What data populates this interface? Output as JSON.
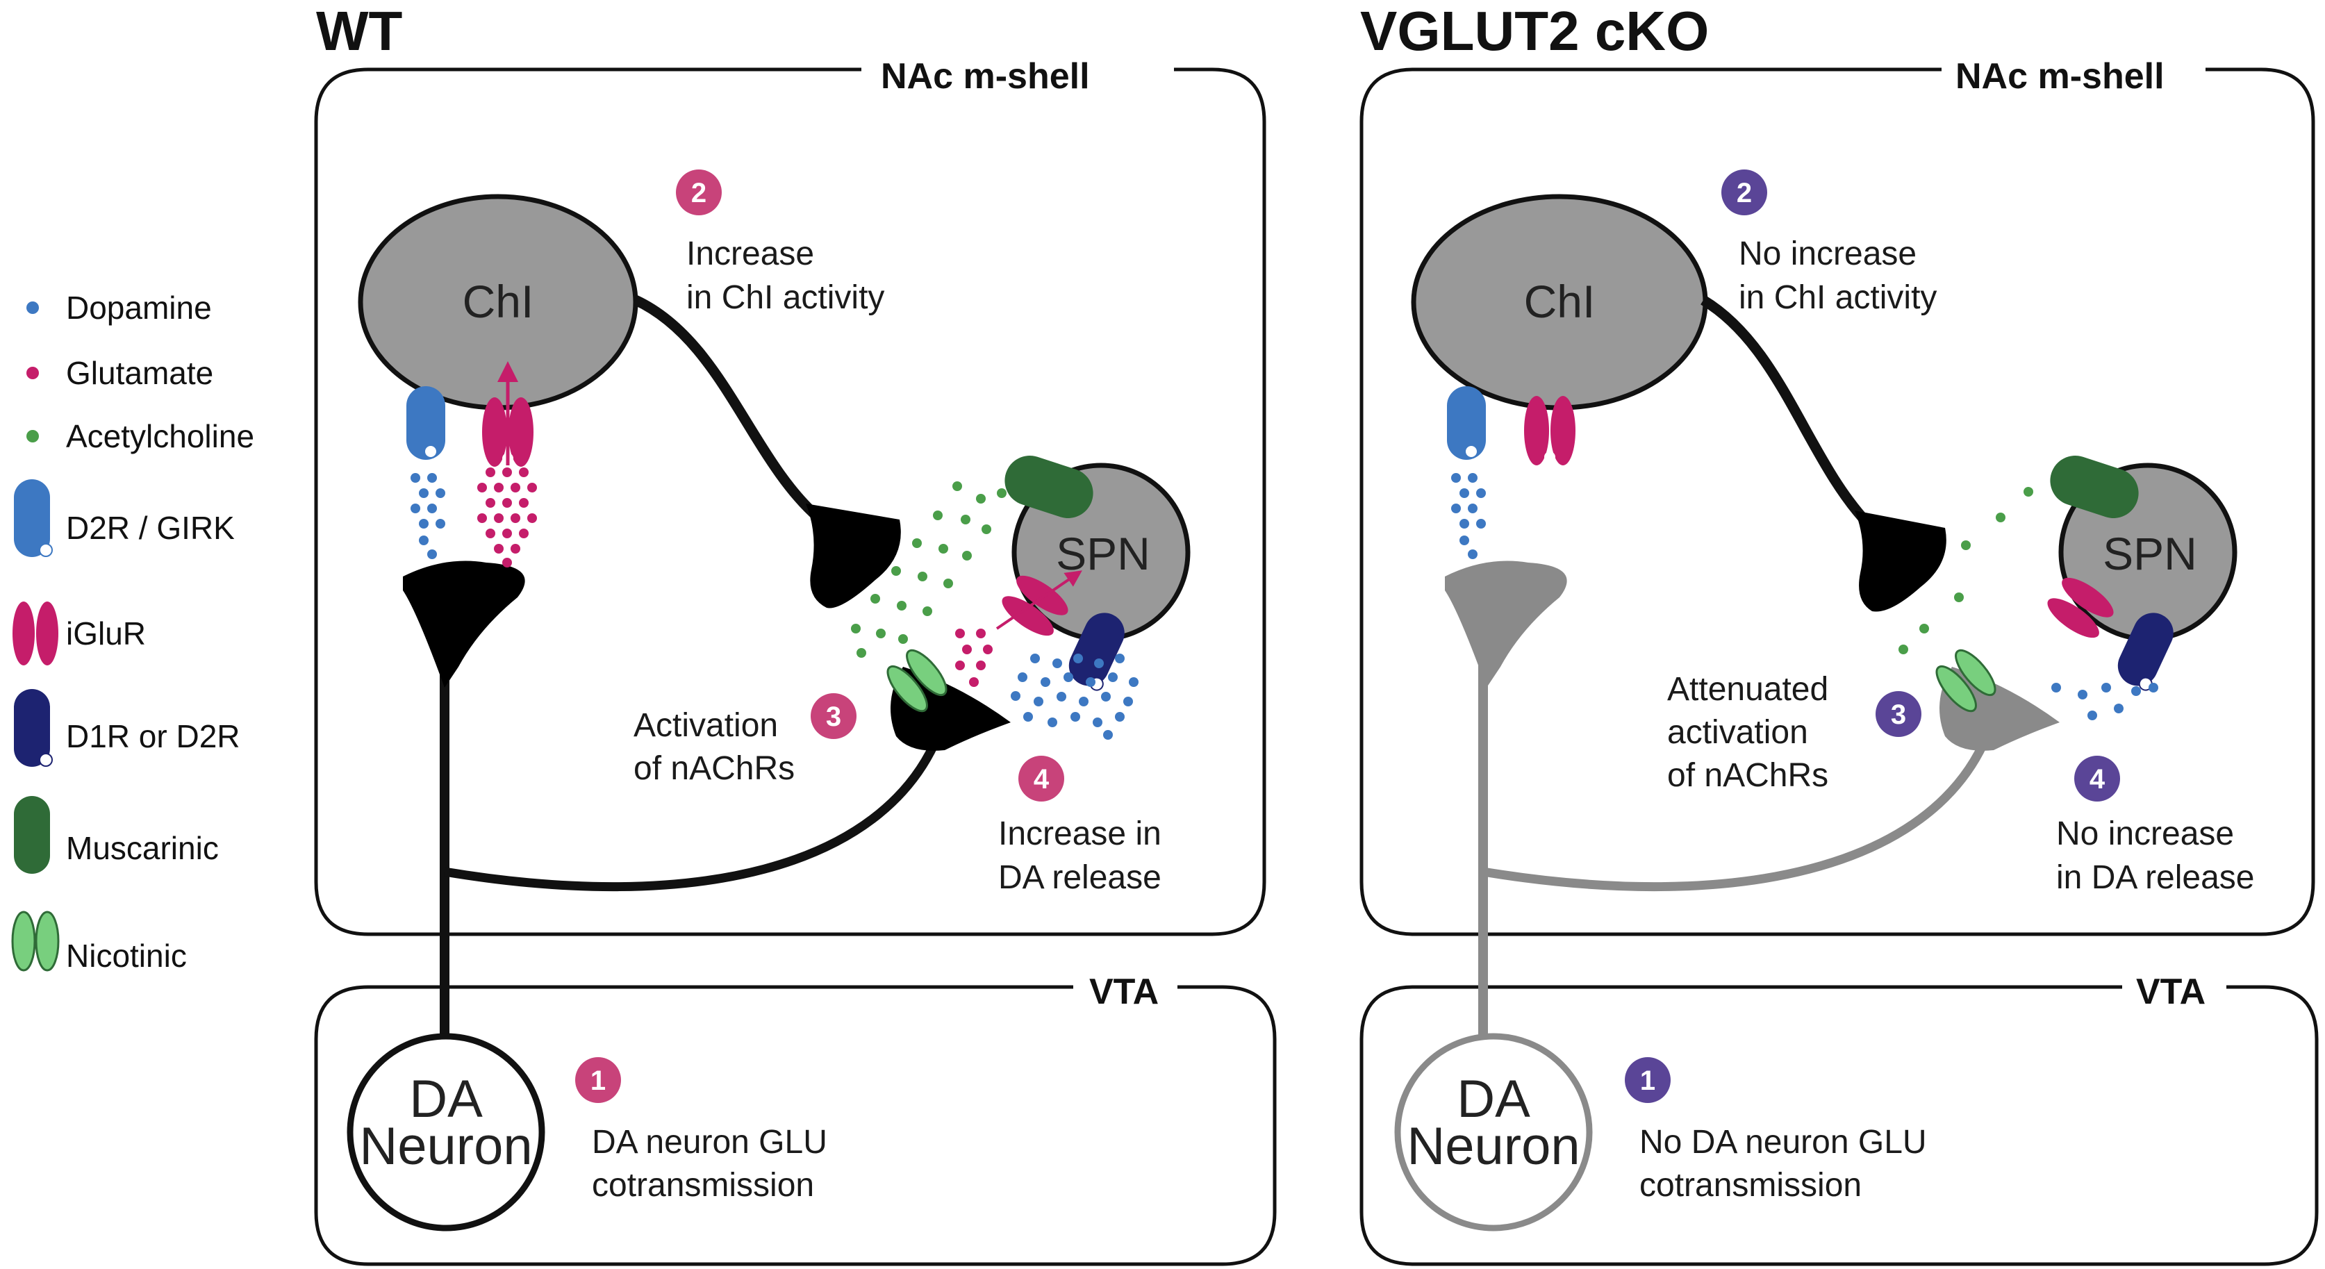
{
  "colors": {
    "dopamine": "#3d78c2",
    "glutamate": "#c51d6a",
    "acetylcholine": "#4a9e49",
    "d2r_girk": "#3d78c2",
    "iglur": "#c51d6a",
    "d1r_d2r": "#1d2371",
    "muscarinic": "#2f6b37",
    "nicotinic": "#78cf7e",
    "step_wt": "#c8437a",
    "step_cko": "#5a4597",
    "cell_fill": "#999999",
    "da_neuron_wt": "#000000",
    "da_neuron_cko": "#8a8a8a"
  },
  "legend": {
    "dopamine": "Dopamine",
    "glutamate": "Glutamate",
    "acetylcholine": "Acetylcholine",
    "d2r_girk": "D2R / GIRK",
    "iglur": "iGluR",
    "d1r_d2r": "D1R or D2R",
    "muscarinic": "Muscarinic",
    "nicotinic": "Nicotinic"
  },
  "wt": {
    "title": "WT",
    "nac_label": "NAc m-shell",
    "vta_label": "VTA",
    "chi_label": "ChI",
    "spn_label": "SPN",
    "da_line1": "DA",
    "da_line2": "Neuron",
    "step1": {
      "num": "1",
      "line1": "DA neuron GLU",
      "line2": "cotransmission"
    },
    "step2": {
      "num": "2",
      "line1": "Increase",
      "line2": "in ChI activity"
    },
    "step3": {
      "num": "3",
      "line1": "Activation",
      "line2": "of nAChRs"
    },
    "step4": {
      "num": "4",
      "line1": "Increase in",
      "line2": "DA release"
    }
  },
  "cko": {
    "title": "VGLUT2 cKO",
    "nac_label": "NAc m-shell",
    "vta_label": "VTA",
    "chi_label": "ChI",
    "spn_label": "SPN",
    "da_line1": "DA",
    "da_line2": "Neuron",
    "step1": {
      "num": "1",
      "line1": "No DA neuron GLU",
      "line2": "cotransmission"
    },
    "step2": {
      "num": "2",
      "line1": "No increase",
      "line2": "in ChI activity"
    },
    "step3": {
      "num": "3",
      "line1": "Attenuated",
      "line2": "activation",
      "line3": "of nAChRs"
    },
    "step4": {
      "num": "4",
      "line1": "No increase",
      "line2": "in DA release"
    }
  }
}
